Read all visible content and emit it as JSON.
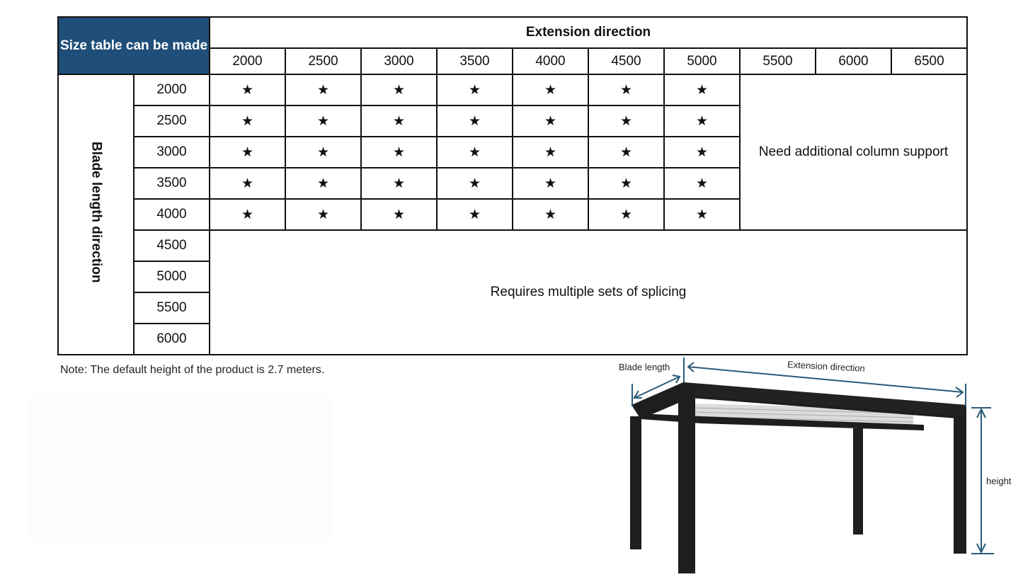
{
  "table": {
    "corner_label": "Size table can be made",
    "extension_title": "Extension direction",
    "blade_title": "Blade length direction",
    "extension_columns": [
      "2000",
      "2500",
      "3000",
      "3500",
      "4000",
      "4500",
      "5000",
      "5500",
      "6000",
      "6500"
    ],
    "blade_rows": [
      "2000",
      "2500",
      "3000",
      "3500",
      "4000",
      "4500",
      "5000",
      "5500",
      "6000"
    ],
    "available_symbol": "★",
    "available_cols": 7,
    "available_rows": 5,
    "need_column_text": "Need additional column support",
    "splicing_text": "Requires multiple sets of splicing",
    "header_color": "#1f4e79"
  },
  "note": "Note: The default height of the product is 2.7 meters.",
  "diagram": {
    "blade_length_label": "Blade length",
    "extension_label": "Extension direction",
    "height_label": "height",
    "frame_color": "#1e1e1e",
    "arrow_color": "#2b5a7a"
  }
}
